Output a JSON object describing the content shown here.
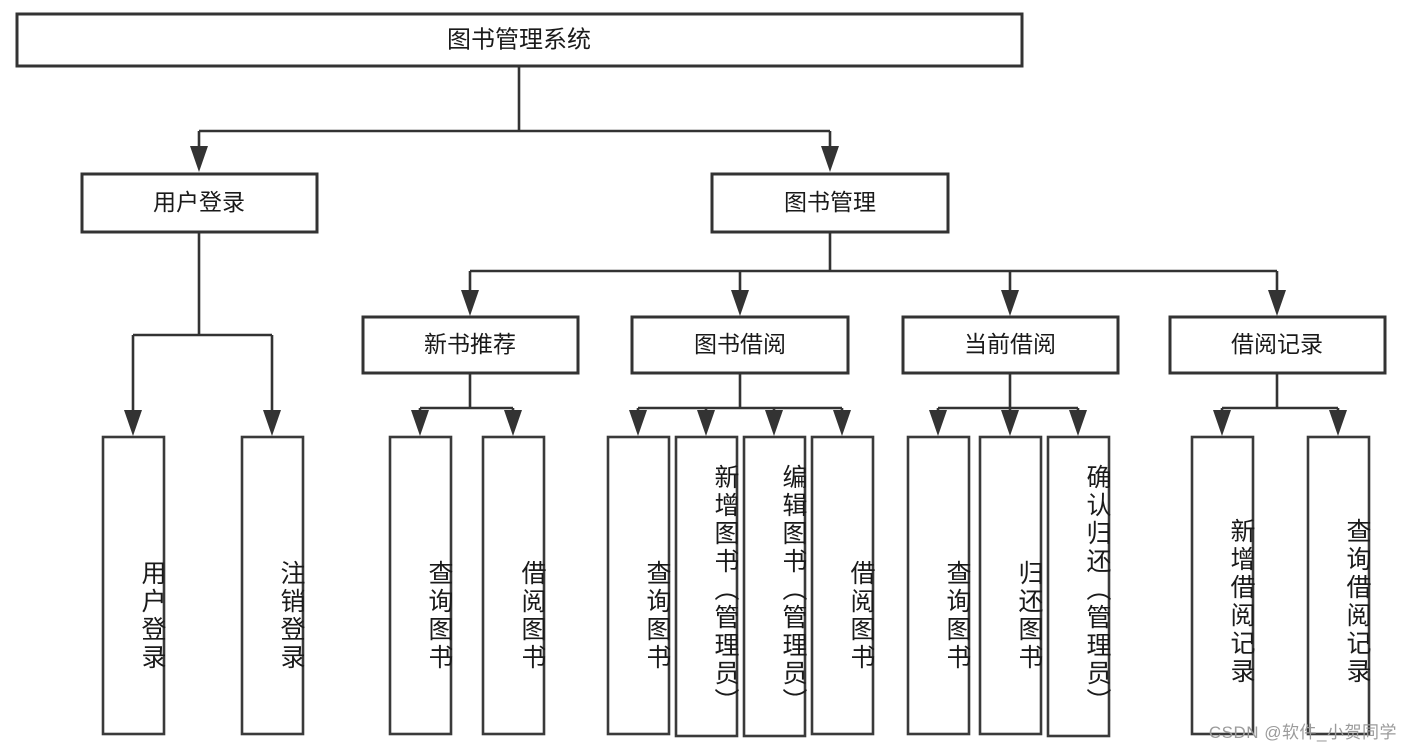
{
  "diagram": {
    "type": "tree",
    "title": "图书管理系统",
    "orientation": "top-down",
    "colors": {
      "box_stroke": "#333333",
      "box_fill": "#ffffff",
      "connector": "#333333",
      "text": "#1a1a1a",
      "watermark": "#9b9b9b",
      "background": "#ffffff"
    },
    "root": {
      "label": "图书管理系统"
    },
    "level2": [
      {
        "label": "用户登录"
      },
      {
        "label": "图书管理"
      }
    ],
    "level3": [
      {
        "label": "新书推荐"
      },
      {
        "label": "图书借阅"
      },
      {
        "label": "当前借阅"
      },
      {
        "label": "借阅记录"
      }
    ],
    "leaves": {
      "user_login": [
        {
          "label": "用户登录"
        },
        {
          "label": "注销登录"
        }
      ],
      "new_book_recommend": [
        {
          "label": "查询图书"
        },
        {
          "label": "借阅图书"
        }
      ],
      "book_borrow": [
        {
          "label": "查询图书"
        },
        {
          "label": "新增图书（管理员）"
        },
        {
          "label": "编辑图书（管理员）"
        },
        {
          "label": "借阅图书"
        }
      ],
      "current_borrow": [
        {
          "label": "查询图书"
        },
        {
          "label": "归还图书"
        },
        {
          "label": "确认归还（管理员）"
        }
      ],
      "borrow_records": [
        {
          "label": "新增借阅记录"
        },
        {
          "label": "查询借阅记录"
        }
      ]
    }
  },
  "watermark": {
    "text": "CSDN @软件_小贺同学"
  }
}
